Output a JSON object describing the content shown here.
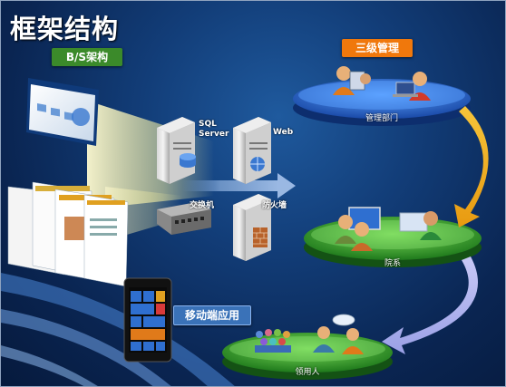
{
  "title": "框架结构",
  "bs_badge": "B/S架构",
  "colors": {
    "bs_badge": "#3b8a2a",
    "mgmt_badge": "#f0780c",
    "mobile_badge": "#3a72b8",
    "platform_blue": "#2f6fd0",
    "platform_green": "#3aa838",
    "arrow_orange": "#f2b21c",
    "arrow_lavender": "#b8b8f0"
  },
  "servers": {
    "sql": "SQL\nServer",
    "web": "Web",
    "switch": "交换机",
    "firewall": "防火墙"
  },
  "management": {
    "badge": "三级管理",
    "platforms": {
      "top": "管理部门",
      "middle": "院系",
      "bottom": "领用人"
    }
  },
  "mobile": {
    "badge": "移动端应用"
  }
}
